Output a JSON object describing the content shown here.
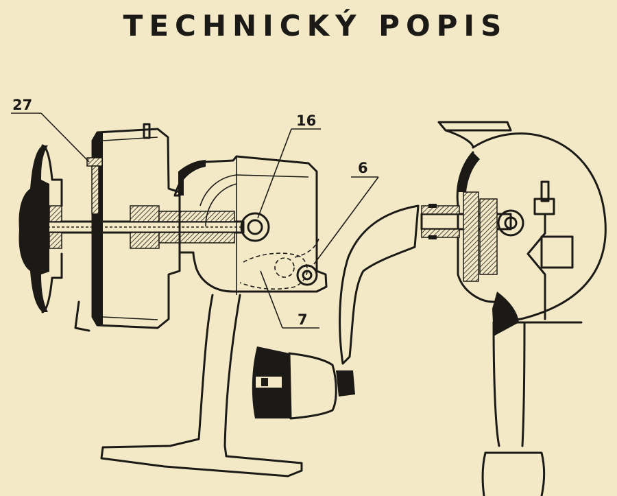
{
  "title": "TECHNICKÝ POPIS",
  "callouts": {
    "c27": "27",
    "c16": "16",
    "c6": "6",
    "c7": "7"
  },
  "colors": {
    "paper": "#f3e9c6",
    "ink": "#1c1a17"
  }
}
